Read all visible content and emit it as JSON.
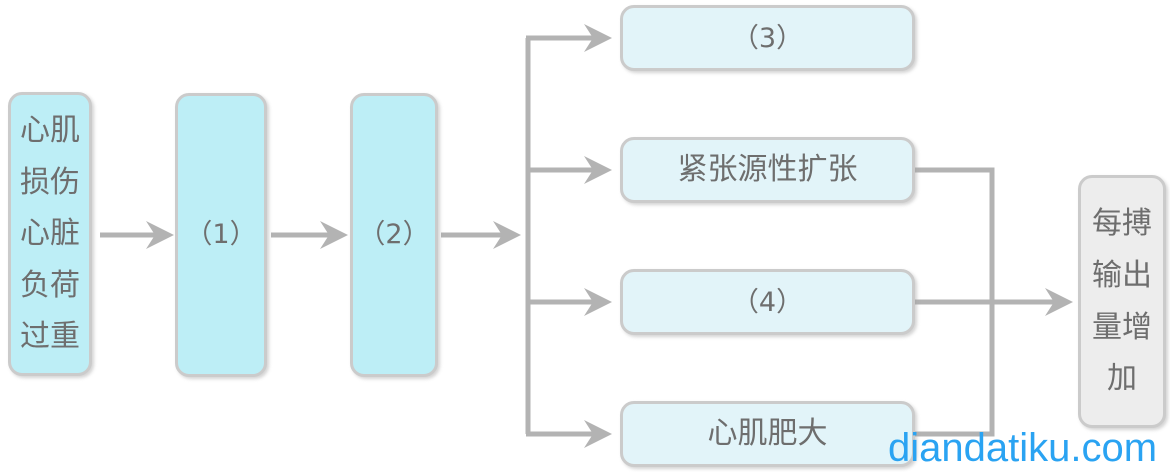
{
  "diagram": {
    "title": "heart-failure-compensation-flowchart",
    "start": {
      "label": "心肌损伤心脏负荷过重"
    },
    "step1": {
      "label": "（1）"
    },
    "step2": {
      "label": "（2）"
    },
    "branches": [
      {
        "label": "（3）"
      },
      {
        "label": "紧张源性扩张"
      },
      {
        "label": "（4）"
      },
      {
        "label": "心肌肥大"
      }
    ],
    "result": {
      "label": "每搏输出量增加"
    },
    "colors": {
      "node_fill_primary": "#bdeef6",
      "node_fill_branch": "#e2f4f9",
      "node_fill_result": "#ededed",
      "node_border": "#cbcbcb",
      "connector": "#b3b3b3",
      "text": "#6e6e6e",
      "watermark": "#2aa3f2"
    }
  },
  "watermark": {
    "text": "diandatiku.com"
  }
}
